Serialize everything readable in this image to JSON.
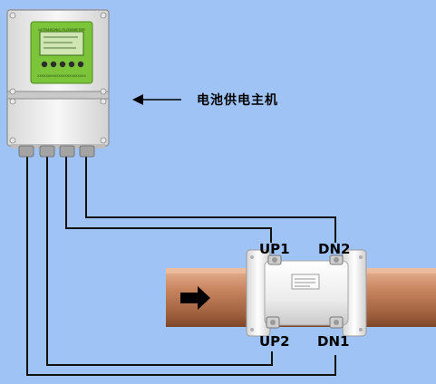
{
  "labels": {
    "main_unit": "电池供电主机",
    "up1": "UP1",
    "dn2": "DN2",
    "up2": "UP2",
    "dn1": "DN1"
  },
  "device": {
    "title": "ULTRASONIC FLOWMETER",
    "footer": "XXXXXXXXXXXXXXXXXXXXXXX"
  },
  "icons": {
    "flow_direction": "arrow-right-icon",
    "pointer": "arrow-left-icon"
  },
  "colors": {
    "background": "#9fc3f5",
    "panel_green": "#7cc43a",
    "pipe": "#c6835a",
    "sensor_body": "#eeeeee"
  }
}
